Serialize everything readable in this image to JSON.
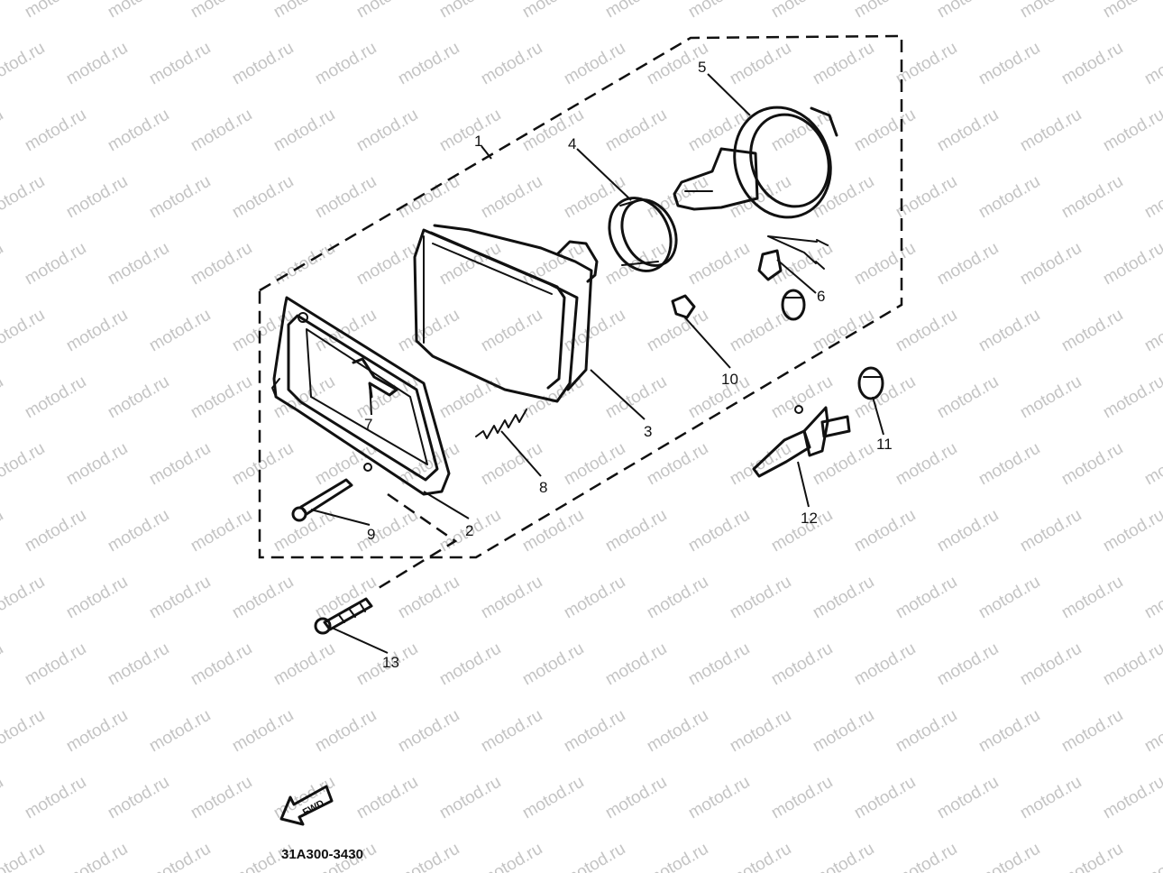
{
  "diagram": {
    "watermark": "motod.ru",
    "part_code": "31A300-3430",
    "direction_label": "FWD",
    "callouts": [
      "1",
      "2",
      "3",
      "4",
      "5",
      "6",
      "7",
      "8",
      "9",
      "10",
      "11",
      "12",
      "13"
    ]
  }
}
